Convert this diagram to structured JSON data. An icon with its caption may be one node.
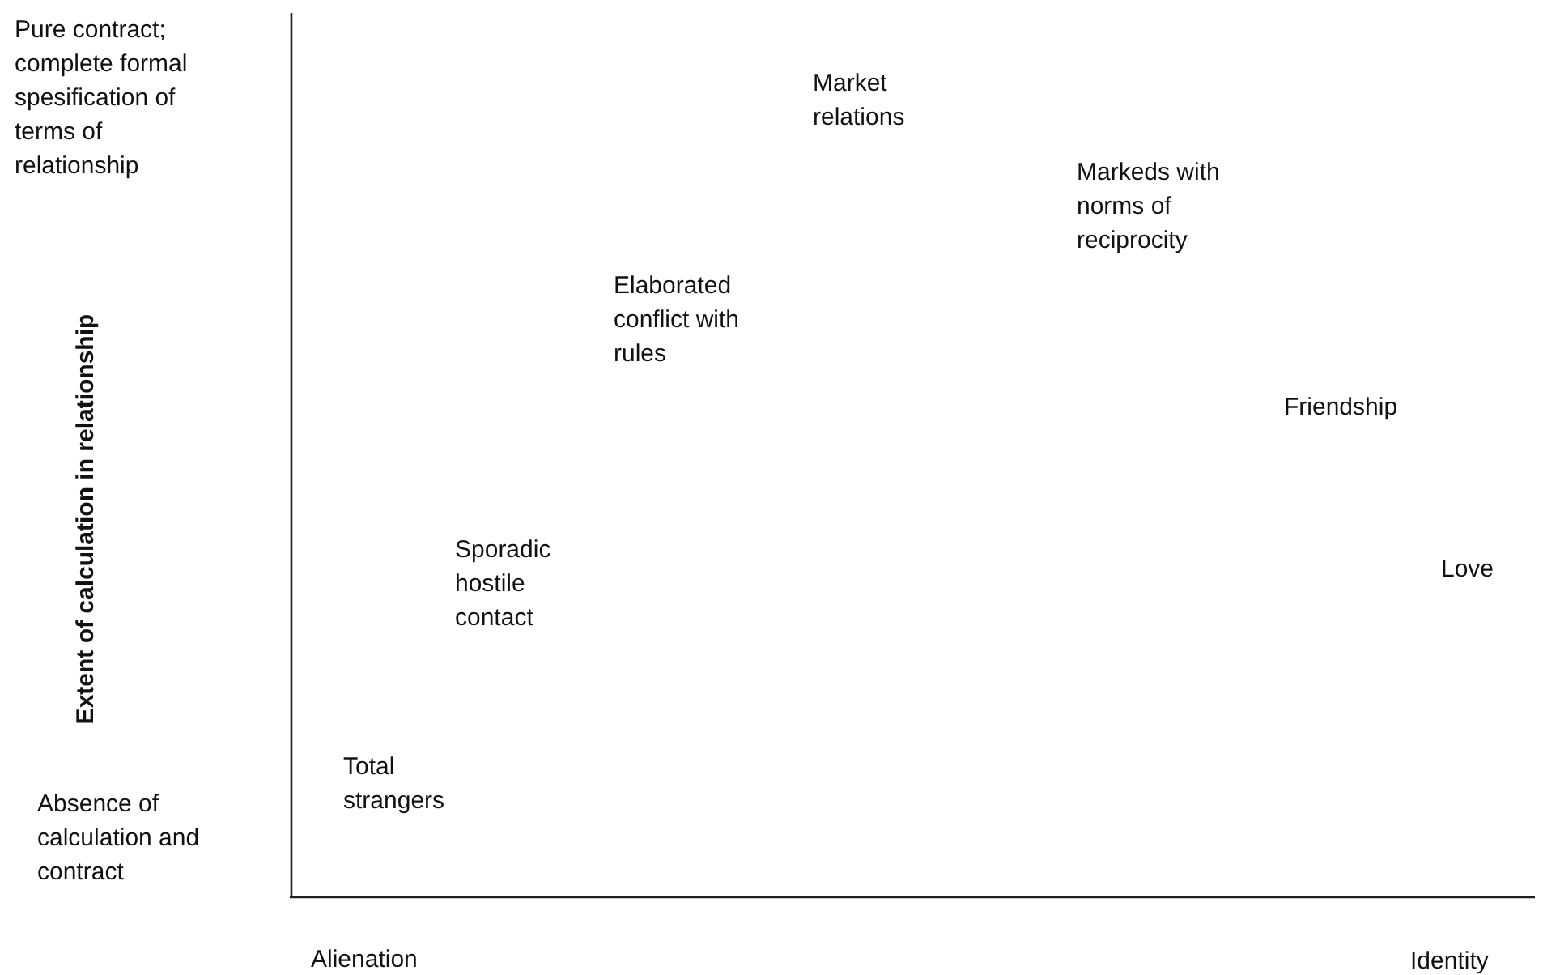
{
  "diagram": {
    "labels": [
      "Pure contract; complete formal spesification of terms of relationship",
      "Extent of calculation in relationship",
      "Absence of calculation and contract",
      "Total strangers",
      "Sporadic hostile contact",
      "Elaborated conflict with rules",
      "Market relations",
      "Markeds with norms of reciprocity",
      "Friendship",
      "Love",
      "Alienation",
      "Identity"
    ]
  }
}
